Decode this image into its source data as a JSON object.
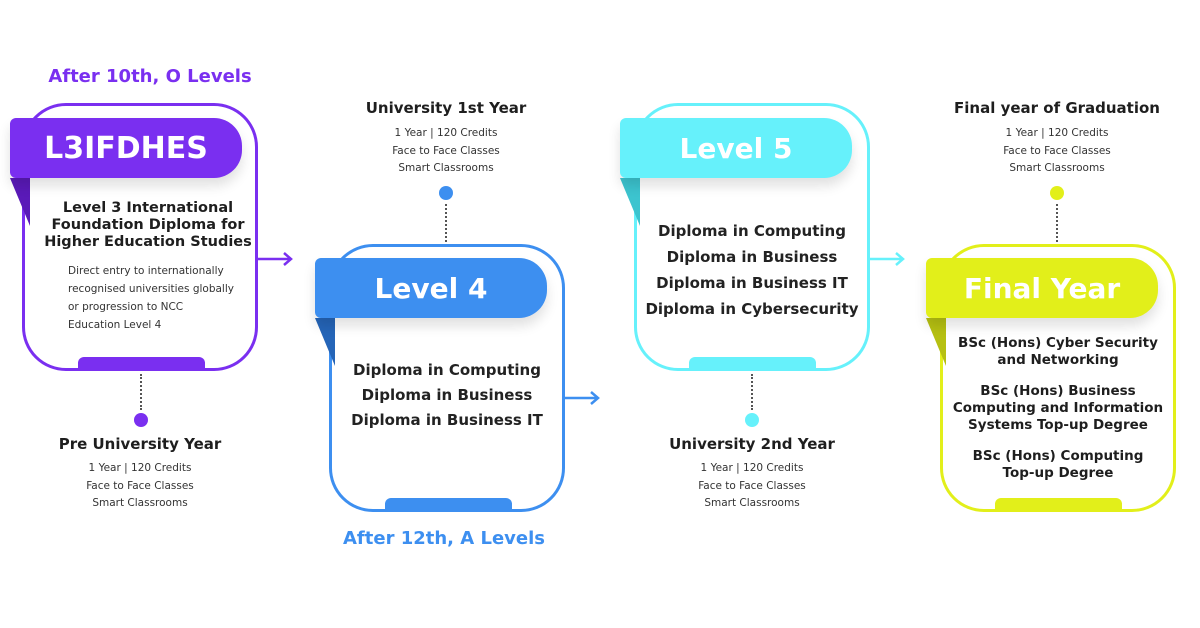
{
  "stage1": {
    "entry_label": "After 10th, O Levels",
    "banner": "L3IFDHES",
    "title": "Level 3 International Foundation Diploma for Higher Education Studies",
    "description": "Direct entry to internationally recognised universities globally or progression to NCC Education Level 4",
    "year_title": "Pre University Year",
    "meta": [
      "1 Year | 120 Credits",
      "Face to Face Classes",
      "Smart Classrooms"
    ],
    "color": "#7a2ff0"
  },
  "stage2": {
    "year_title": "University 1st Year",
    "meta": [
      "1 Year | 120 Credits",
      "Face to Face Classes",
      "Smart Classrooms"
    ],
    "banner": "Level 4",
    "courses": [
      "Diploma in Computing",
      "Diploma in Business",
      "Diploma in Business IT"
    ],
    "entry_label": "After 12th, A Levels",
    "color": "#3d8ff0"
  },
  "stage3": {
    "banner": "Level 5",
    "courses": [
      "Diploma in Computing",
      "Diploma in Business",
      "Diploma in Business IT",
      "Diploma in Cybersecurity"
    ],
    "year_title": "University 2nd Year",
    "meta": [
      "1 Year | 120 Credits",
      "Face to Face Classes",
      "Smart Classrooms"
    ],
    "color": "#66f1fb"
  },
  "stage4": {
    "year_title": "Final year of Graduation",
    "meta": [
      "1 Year | 120 Credits",
      "Face to Face Classes",
      "Smart Classrooms"
    ],
    "banner": "Final Year",
    "degrees": [
      "BSc (Hons) Cyber Security and Networking",
      "BSc (Hons) Business Computing and Information Systems Top-up Degree",
      "BSc (Hons) Computing Top-up Degree"
    ],
    "color": "#e2ef1a"
  }
}
